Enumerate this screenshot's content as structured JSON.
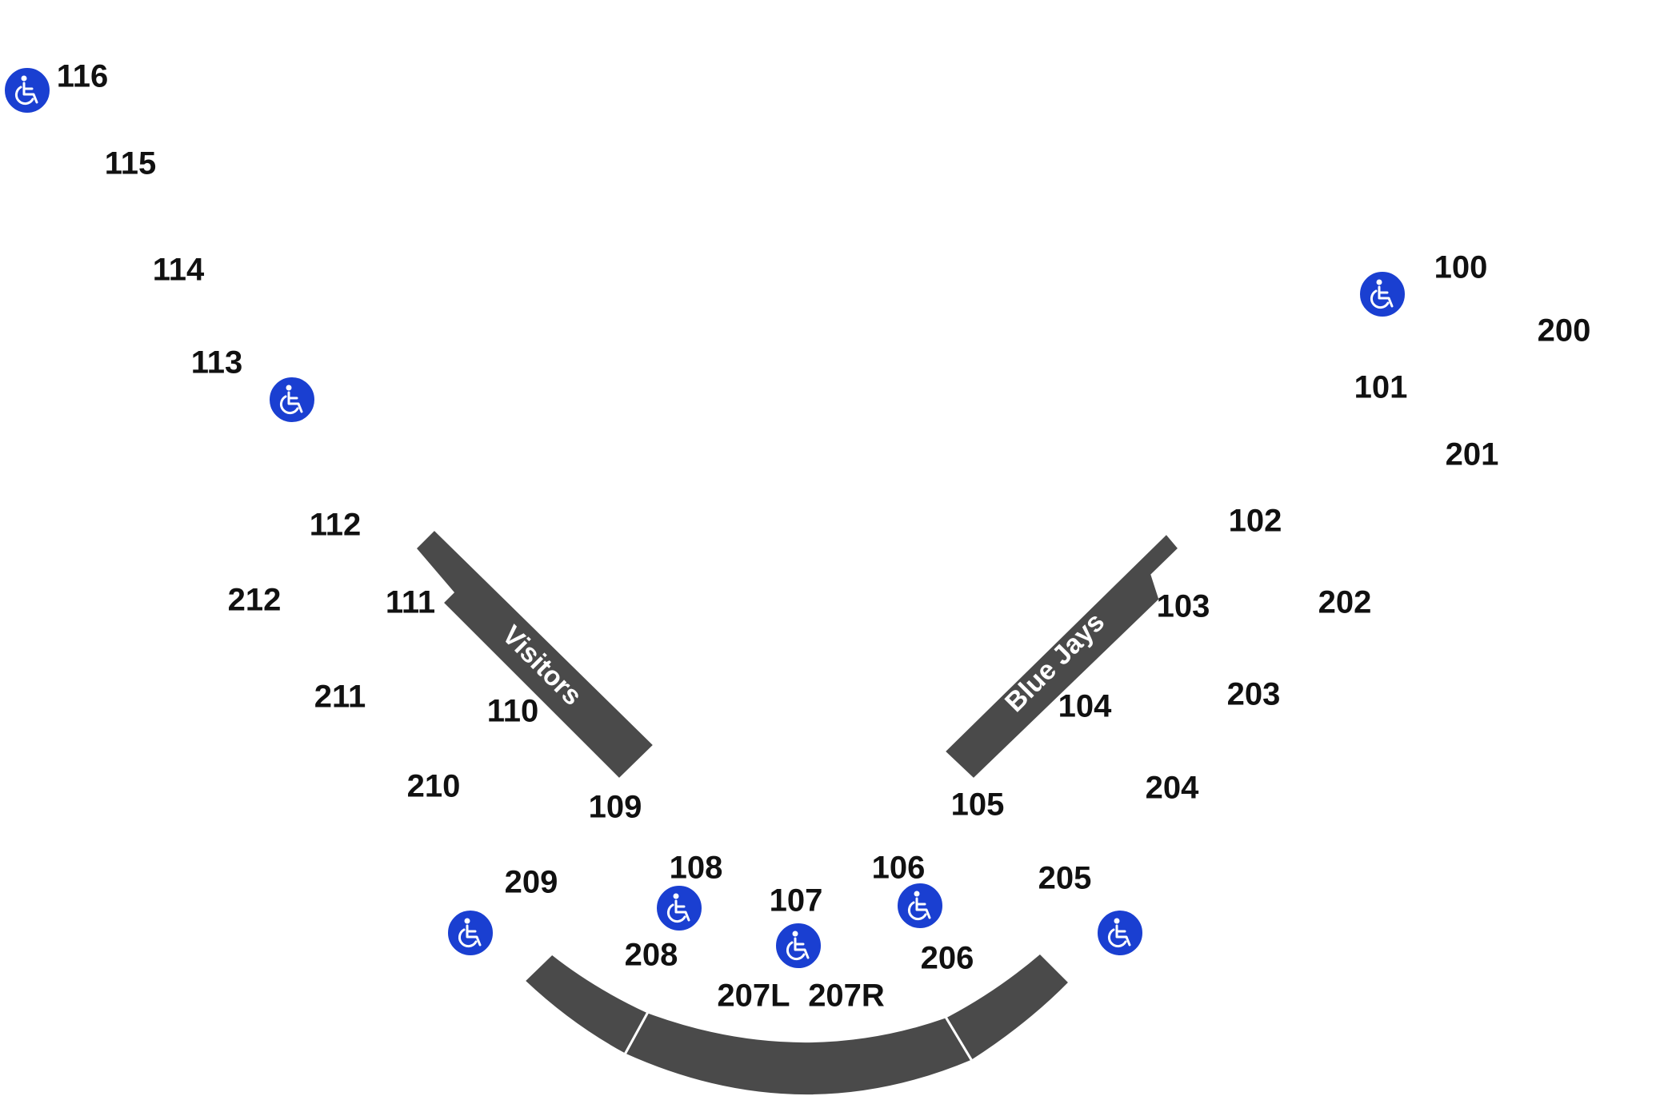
{
  "colors": {
    "structure": "#4a4a4a",
    "label": "#111111",
    "accessible": "#1a3fd1",
    "background": "#ffffff"
  },
  "dugouts": {
    "visitors": "Visitors",
    "home": "Blue Jays"
  },
  "sections": [
    "116",
    "115",
    "114",
    "113",
    "112",
    "212",
    "111",
    "211",
    "110",
    "210",
    "109",
    "209",
    "108",
    "208",
    "107",
    "207L",
    "207R",
    "106",
    "206",
    "105",
    "205",
    "204",
    "104",
    "203",
    "103",
    "202",
    "102",
    "201",
    "101",
    "200",
    "100"
  ],
  "accessible_icon": "wheelchair-icon"
}
